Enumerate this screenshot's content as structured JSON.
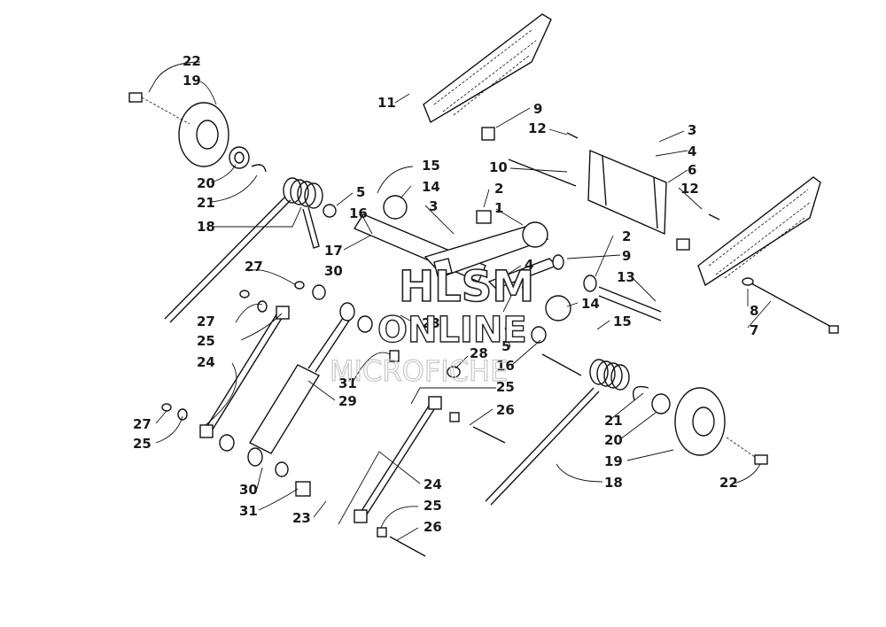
{
  "watermark": {
    "line1": "HLSM",
    "line2": "ONLINE",
    "line3": "MICROFICHE"
  },
  "callouts": [
    "22",
    "19",
    "20",
    "21",
    "18",
    "27",
    "30",
    "27",
    "25",
    "24",
    "27",
    "25",
    "30",
    "31",
    "23",
    "11",
    "9",
    "12",
    "10",
    "3",
    "4",
    "6",
    "12",
    "15",
    "14",
    "5",
    "16",
    "3",
    "17",
    "2",
    "1",
    "2",
    "9",
    "13",
    "4",
    "3",
    "14",
    "15",
    "5",
    "16",
    "8",
    "7",
    "23",
    "28",
    "31",
    "29",
    "25",
    "26",
    "21",
    "20",
    "19",
    "18",
    "22",
    "24",
    "25",
    "26"
  ]
}
